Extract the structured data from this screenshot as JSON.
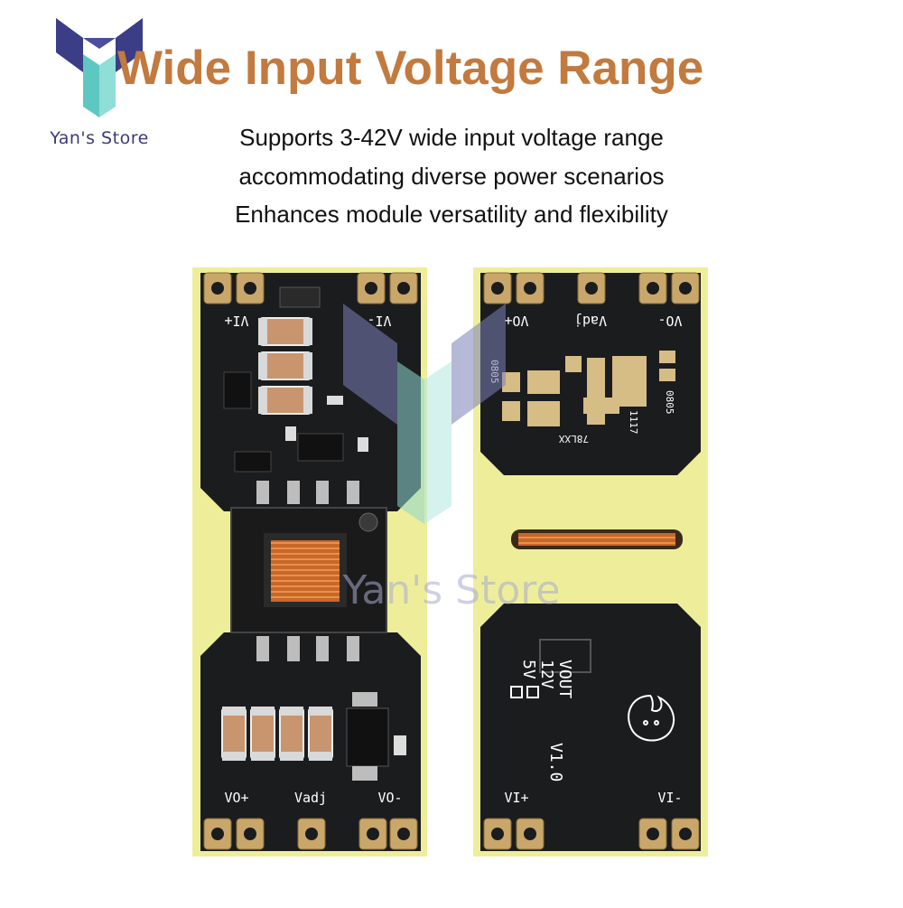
{
  "brand": {
    "store_name": "Yan's Store",
    "watermark": "Yan's Store",
    "colors": {
      "title": "#c27a3e",
      "pcb": "#1b1c1e",
      "pcb_substrate": "#eeee9a",
      "gold_pad": "#c9a76a"
    }
  },
  "header": {
    "title": "Wide Input Voltage Range",
    "lines": [
      "Supports 3-42V wide input voltage range",
      "accommodating diverse power scenarios",
      "Enhances module versatility and flexibility"
    ]
  },
  "front_board": {
    "top_left_label": "VI+",
    "top_right_label": "VI-",
    "bottom_labels": [
      "VO+",
      "Vadj",
      "VO-"
    ]
  },
  "back_board": {
    "top_labels": [
      "VO+",
      "Vadj",
      "VO-"
    ],
    "chip_labels": [
      "0805",
      "0805",
      "1117",
      "78LXX"
    ],
    "version": "V1.0",
    "vout_title": "VOUT",
    "vout_options": [
      "12V",
      "5V"
    ],
    "bottom_labels": [
      "VI+",
      "VI-"
    ]
  }
}
